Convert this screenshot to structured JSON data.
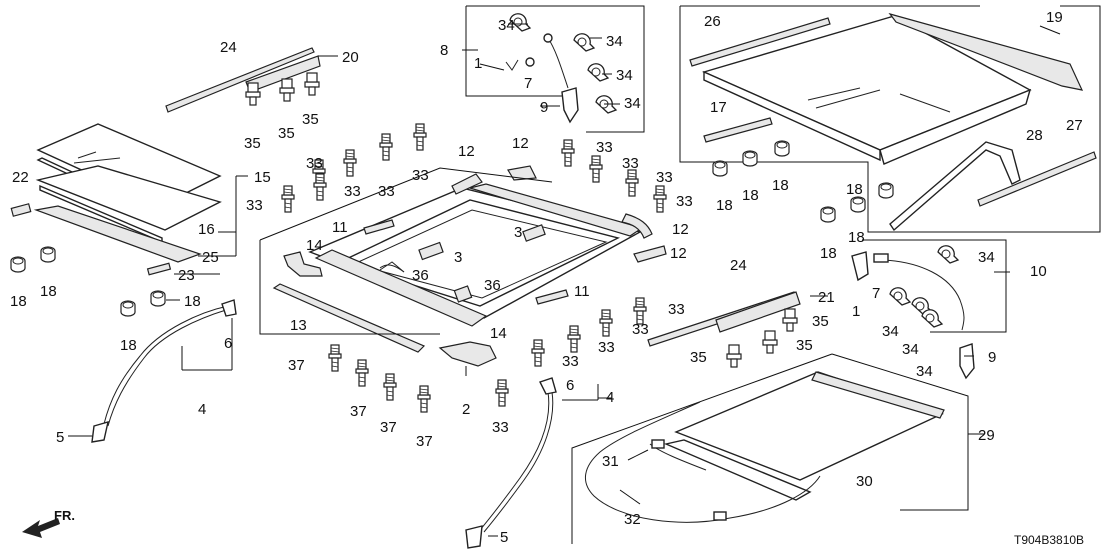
{
  "diagram_code": "T904B3810B",
  "direction_label": "FR.",
  "callouts": {
    "c1a": "1",
    "c1b": "1",
    "c2": "2",
    "c3a": "3",
    "c3b": "3",
    "c4a": "4",
    "c4b": "4",
    "c5a": "5",
    "c5b": "5",
    "c6a": "6",
    "c6b": "6",
    "c7a": "7",
    "c7b": "7",
    "c8": "8",
    "c9a": "9",
    "c9b": "9",
    "c10": "10",
    "c11a": "11",
    "c11b": "11",
    "c12a": "12",
    "c12b": "12",
    "c12c": "12",
    "c12d": "12",
    "c13": "13",
    "c14a": "14",
    "c14b": "14",
    "c15": "15",
    "c16": "16",
    "c17": "17",
    "c18a": "18",
    "c18b": "18",
    "c18c": "18",
    "c18d": "18",
    "c18e": "18",
    "c18f": "18",
    "c18g": "18",
    "c18h": "18",
    "c18i": "18",
    "c18j": "18",
    "c19": "19",
    "c20": "20",
    "c21": "21",
    "c22": "22",
    "c23": "23",
    "c24a": "24",
    "c24b": "24",
    "c25": "25",
    "c26": "26",
    "c27": "27",
    "c28": "28",
    "c29": "29",
    "c30": "30",
    "c31": "31",
    "c32": "32",
    "c33a": "33",
    "c33b": "33",
    "c33c": "33",
    "c33d": "33",
    "c33e": "33",
    "c33f": "33",
    "c33g": "33",
    "c33h": "33",
    "c33i": "33",
    "c33j": "33",
    "c33k": "33",
    "c33l": "33",
    "c33m": "33",
    "c33n": "33",
    "c34a": "34",
    "c34b": "34",
    "c34c": "34",
    "c34d": "34",
    "c34e": "34",
    "c34f": "34",
    "c34g": "34",
    "c34h": "34",
    "c35a": "35",
    "c35b": "35",
    "c35c": "35",
    "c35d": "35",
    "c35e": "35",
    "c36a": "36",
    "c36b": "36",
    "c37a": "37",
    "c37b": "37",
    "c37c": "37",
    "c37d": "37"
  }
}
